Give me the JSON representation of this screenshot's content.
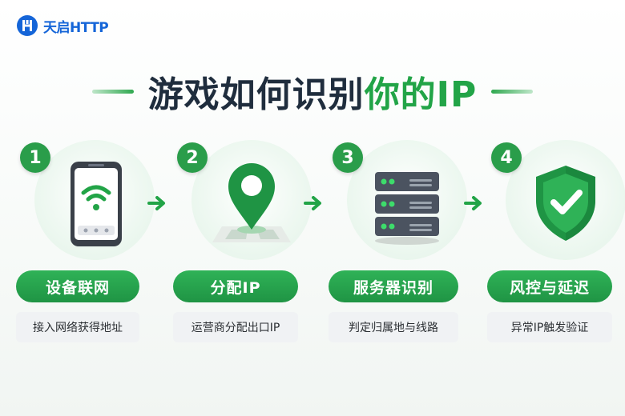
{
  "brand": {
    "name": "天启HTTP",
    "logo_color": "#1565d8"
  },
  "title": {
    "main": "游戏如何识别",
    "accent": "你的IP"
  },
  "colors": {
    "primary_green": "#22a447",
    "pill_green": "#2a9d4a",
    "title_dark": "#1f2d3d"
  },
  "steps": [
    {
      "number": "1",
      "icon": "smartphone-wifi-icon",
      "label": "设备联网",
      "desc": "接入网络获得地址"
    },
    {
      "number": "2",
      "icon": "location-pin-icon",
      "label": "分配IP",
      "desc": "运营商分配出口IP"
    },
    {
      "number": "3",
      "icon": "server-rack-icon",
      "label": "服务器识别",
      "desc": "判定归属地与线路"
    },
    {
      "number": "4",
      "icon": "shield-check-icon",
      "label": "风控与延迟",
      "desc": "异常IP触发验证"
    }
  ]
}
